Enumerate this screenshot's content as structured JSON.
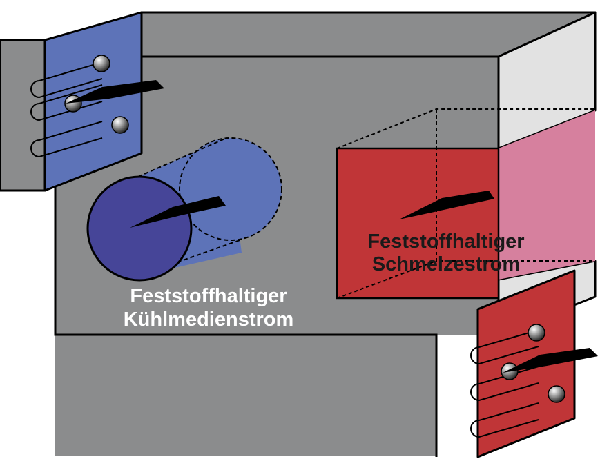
{
  "labels": {
    "coolant_line1": "Feststoffhaltiger",
    "coolant_line2": "Kühlmedienstrom",
    "melt_line1": "Feststoffhaltiger",
    "melt_line2": "Schmelzestrom"
  },
  "colors": {
    "housing_gray": "#8b8c8d",
    "coolant_blue": "#5d73b8",
    "coolant_dark": "#464598",
    "melt_red": "#c03537",
    "melt_pink": "#d6809e",
    "light_gray": "#e2e2e2",
    "label_white": "#ffffff",
    "label_dark": "#1a1a1a"
  }
}
